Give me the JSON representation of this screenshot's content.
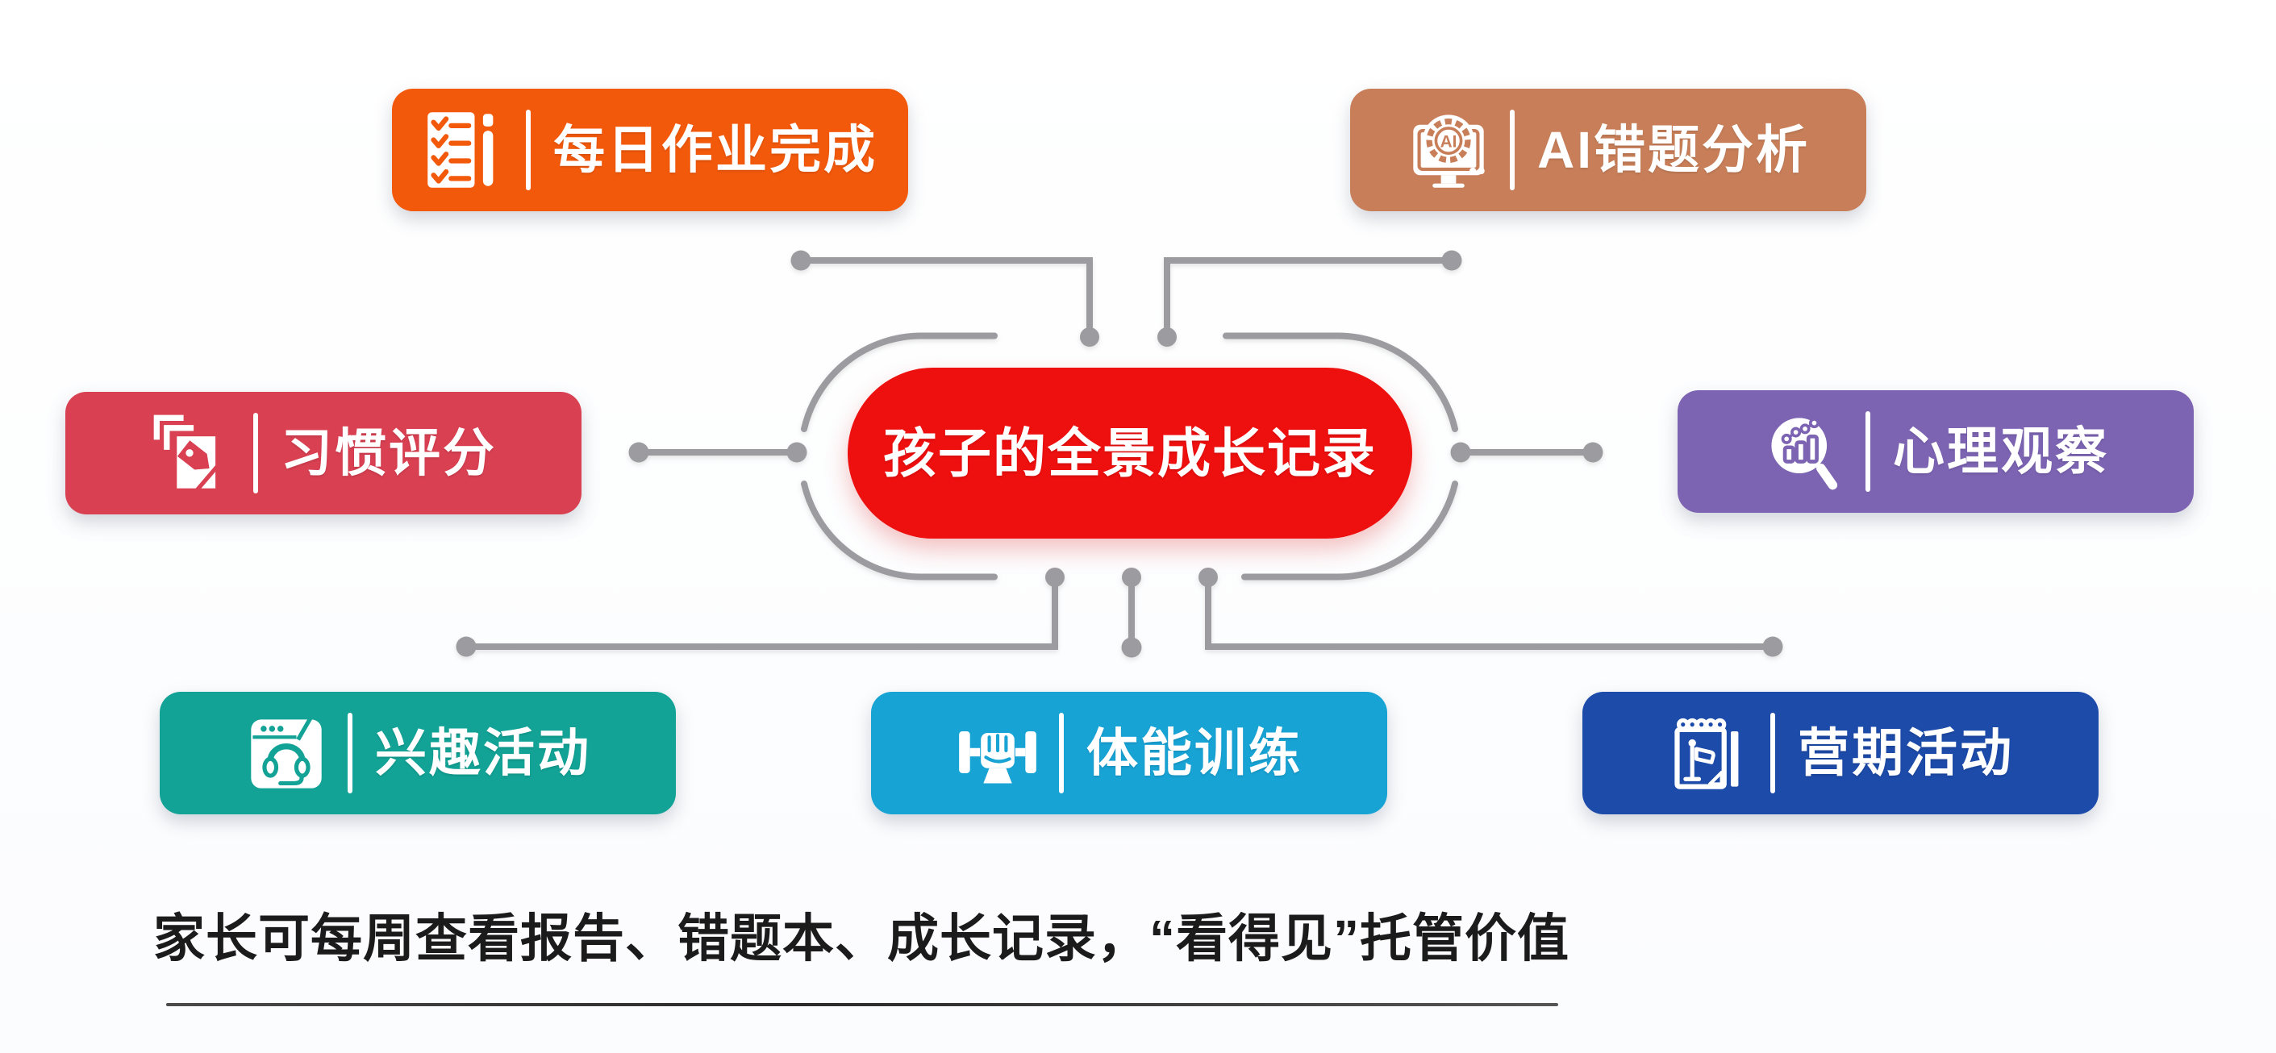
{
  "colors": {
    "background": "#ffffff",
    "connector": "#9c9ca0",
    "ink": "#1b1b1b"
  },
  "center": {
    "label": "孩子的全景成长记录",
    "color": "#ee0f0f",
    "text_color": "#ffffff"
  },
  "nodes": [
    {
      "id": "daily-homework",
      "label": "每日作业完成",
      "color": "#f3590b",
      "icon": "checklist-pen-icon",
      "position": "top-left"
    },
    {
      "id": "ai-mistake-analysis",
      "label": "AI错题分析",
      "color": "#c87f59",
      "icon": "ai-monitor-icon",
      "position": "top-right"
    },
    {
      "id": "habit-score",
      "label": "习惯评分",
      "color": "#d94052",
      "icon": "tagged-pages-icon",
      "position": "left"
    },
    {
      "id": "psych-observation",
      "label": "心理观察",
      "color": "#7c64b3",
      "icon": "magnifier-chart-icon",
      "position": "right"
    },
    {
      "id": "interest-activities",
      "label": "兴趣活动",
      "color": "#12a396",
      "icon": "headset-window-icon",
      "position": "bottom-left"
    },
    {
      "id": "physical-training",
      "label": "体能训练",
      "color": "#18a3d5",
      "icon": "fist-dumbbell-icon",
      "position": "bottom-center"
    },
    {
      "id": "camp-activities",
      "label": "营期活动",
      "color": "#1d4ba9",
      "icon": "flag-calendar-icon",
      "position": "bottom-right"
    }
  ],
  "caption": {
    "text": "家长可每周查看报告、错题本、成长记录，“看得见”托管价值"
  }
}
